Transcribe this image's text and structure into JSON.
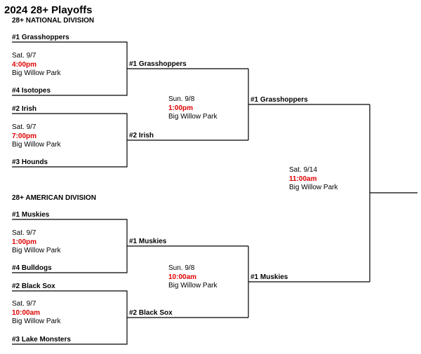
{
  "title": "2024 28+ Playoffs",
  "national": {
    "division": "28+ NATIONAL DIVISION",
    "round1": [
      {
        "top": "#1 Grasshoppers",
        "bottom": "#4 Isotopes",
        "date": "Sat. 9/7",
        "time": "4:00pm",
        "venue": "Big Willow Park",
        "winner": "#1 Grasshoppers"
      },
      {
        "top": "#2 Irish",
        "bottom": "#3 Hounds",
        "date": "Sat. 9/7",
        "time": "7:00pm",
        "venue": "Big Willow Park",
        "winner": "#2 Irish"
      }
    ],
    "semi": {
      "date": "Sun. 9/8",
      "time": "1:00pm",
      "venue": "Big Willow Park",
      "winner": "#1 Grasshoppers"
    }
  },
  "american": {
    "division": "28+ AMERICAN DIVISION",
    "round1": [
      {
        "top": "#1 Muskies",
        "bottom": "#4 Bulldogs",
        "date": "Sat. 9/7",
        "time": "1:00pm",
        "venue": "Big Willow Park",
        "winner": "#1 Muskies"
      },
      {
        "top": "#2 Black Sox",
        "bottom": "#3 Lake Monsters",
        "date": "Sat. 9/7",
        "time": "10:00am",
        "venue": "Big Willow Park",
        "winner": "#2 Black Sox"
      }
    ],
    "semi": {
      "date": "Sun. 9/8",
      "time": "10:00am",
      "venue": "Big Willow Park",
      "winner": "#1 Muskies"
    }
  },
  "final": {
    "date": "Sat. 9/14",
    "time": "11:00am",
    "venue": "Big Willow Park"
  }
}
